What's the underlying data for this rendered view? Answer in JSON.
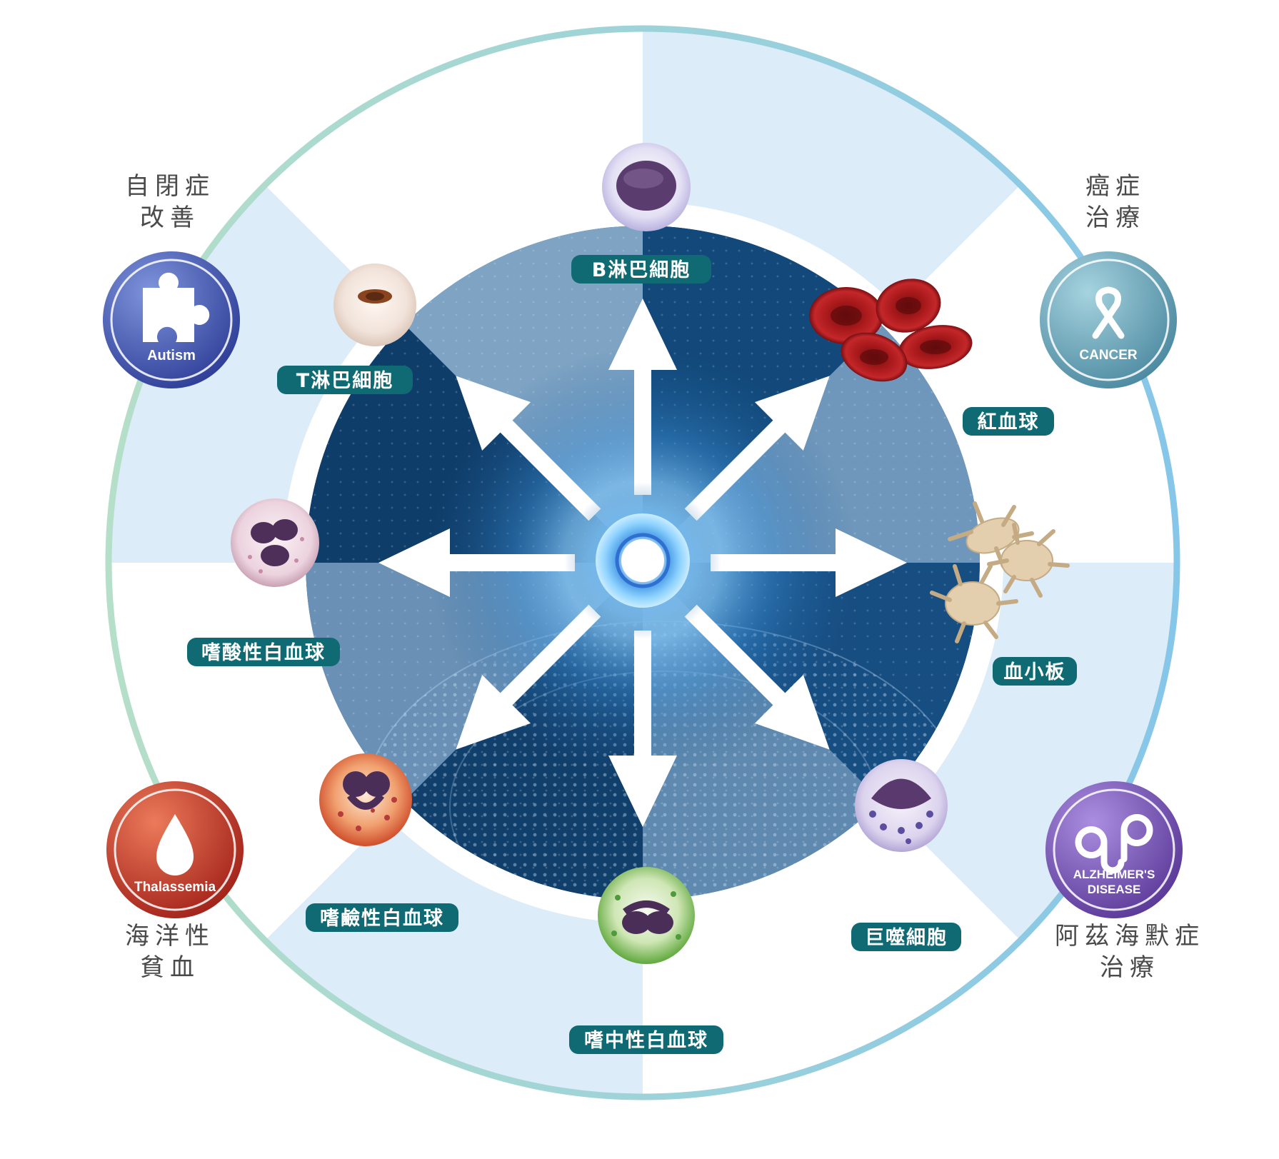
{
  "colors": {
    "teal_label": "#0f6a73",
    "ring_left": "#a9d8c3",
    "ring_right": "#8ccbe6",
    "sector_light": "#dcecf8",
    "sector_white": "#ffffff",
    "core_dark": "#0e3b66",
    "core_mid": "#5b86aa",
    "arrow": "#ffffff",
    "autism": "#4a63b5",
    "cancer": "#6aa9bd",
    "thalassemia": "#c63a2a",
    "alzheimer": "#7b56b4",
    "disease_text": "#4a4a4a"
  },
  "cells": {
    "b_lymphocyte": "B淋巴細胞",
    "t_lymphocyte": "T淋巴細胞",
    "red_blood_cell": "紅血球",
    "platelet": "血小板",
    "eosinophil": "嗜酸性白血球",
    "basophil": "嗜鹼性白血球",
    "neutrophil": "嗜中性白血球",
    "macrophage": "巨噬細胞"
  },
  "diseases": {
    "autism": {
      "line1": "自閉症",
      "line2": "改善",
      "badge": "Autism",
      "icon": "puzzle-icon"
    },
    "cancer": {
      "line1": "癌症",
      "line2": "治療",
      "badge": "CANCER",
      "icon": "ribbon-icon"
    },
    "thalassemia": {
      "line1": "海洋性",
      "line2": "貧血",
      "badge": "Thalassemia",
      "icon": "blood-drop-icon"
    },
    "alzheimer": {
      "line1": "阿茲海默症",
      "line2": "治療",
      "badge_line1": "ALZHEIMER'S",
      "badge_line2": "DISEASE",
      "icon": "brain-icon"
    }
  }
}
